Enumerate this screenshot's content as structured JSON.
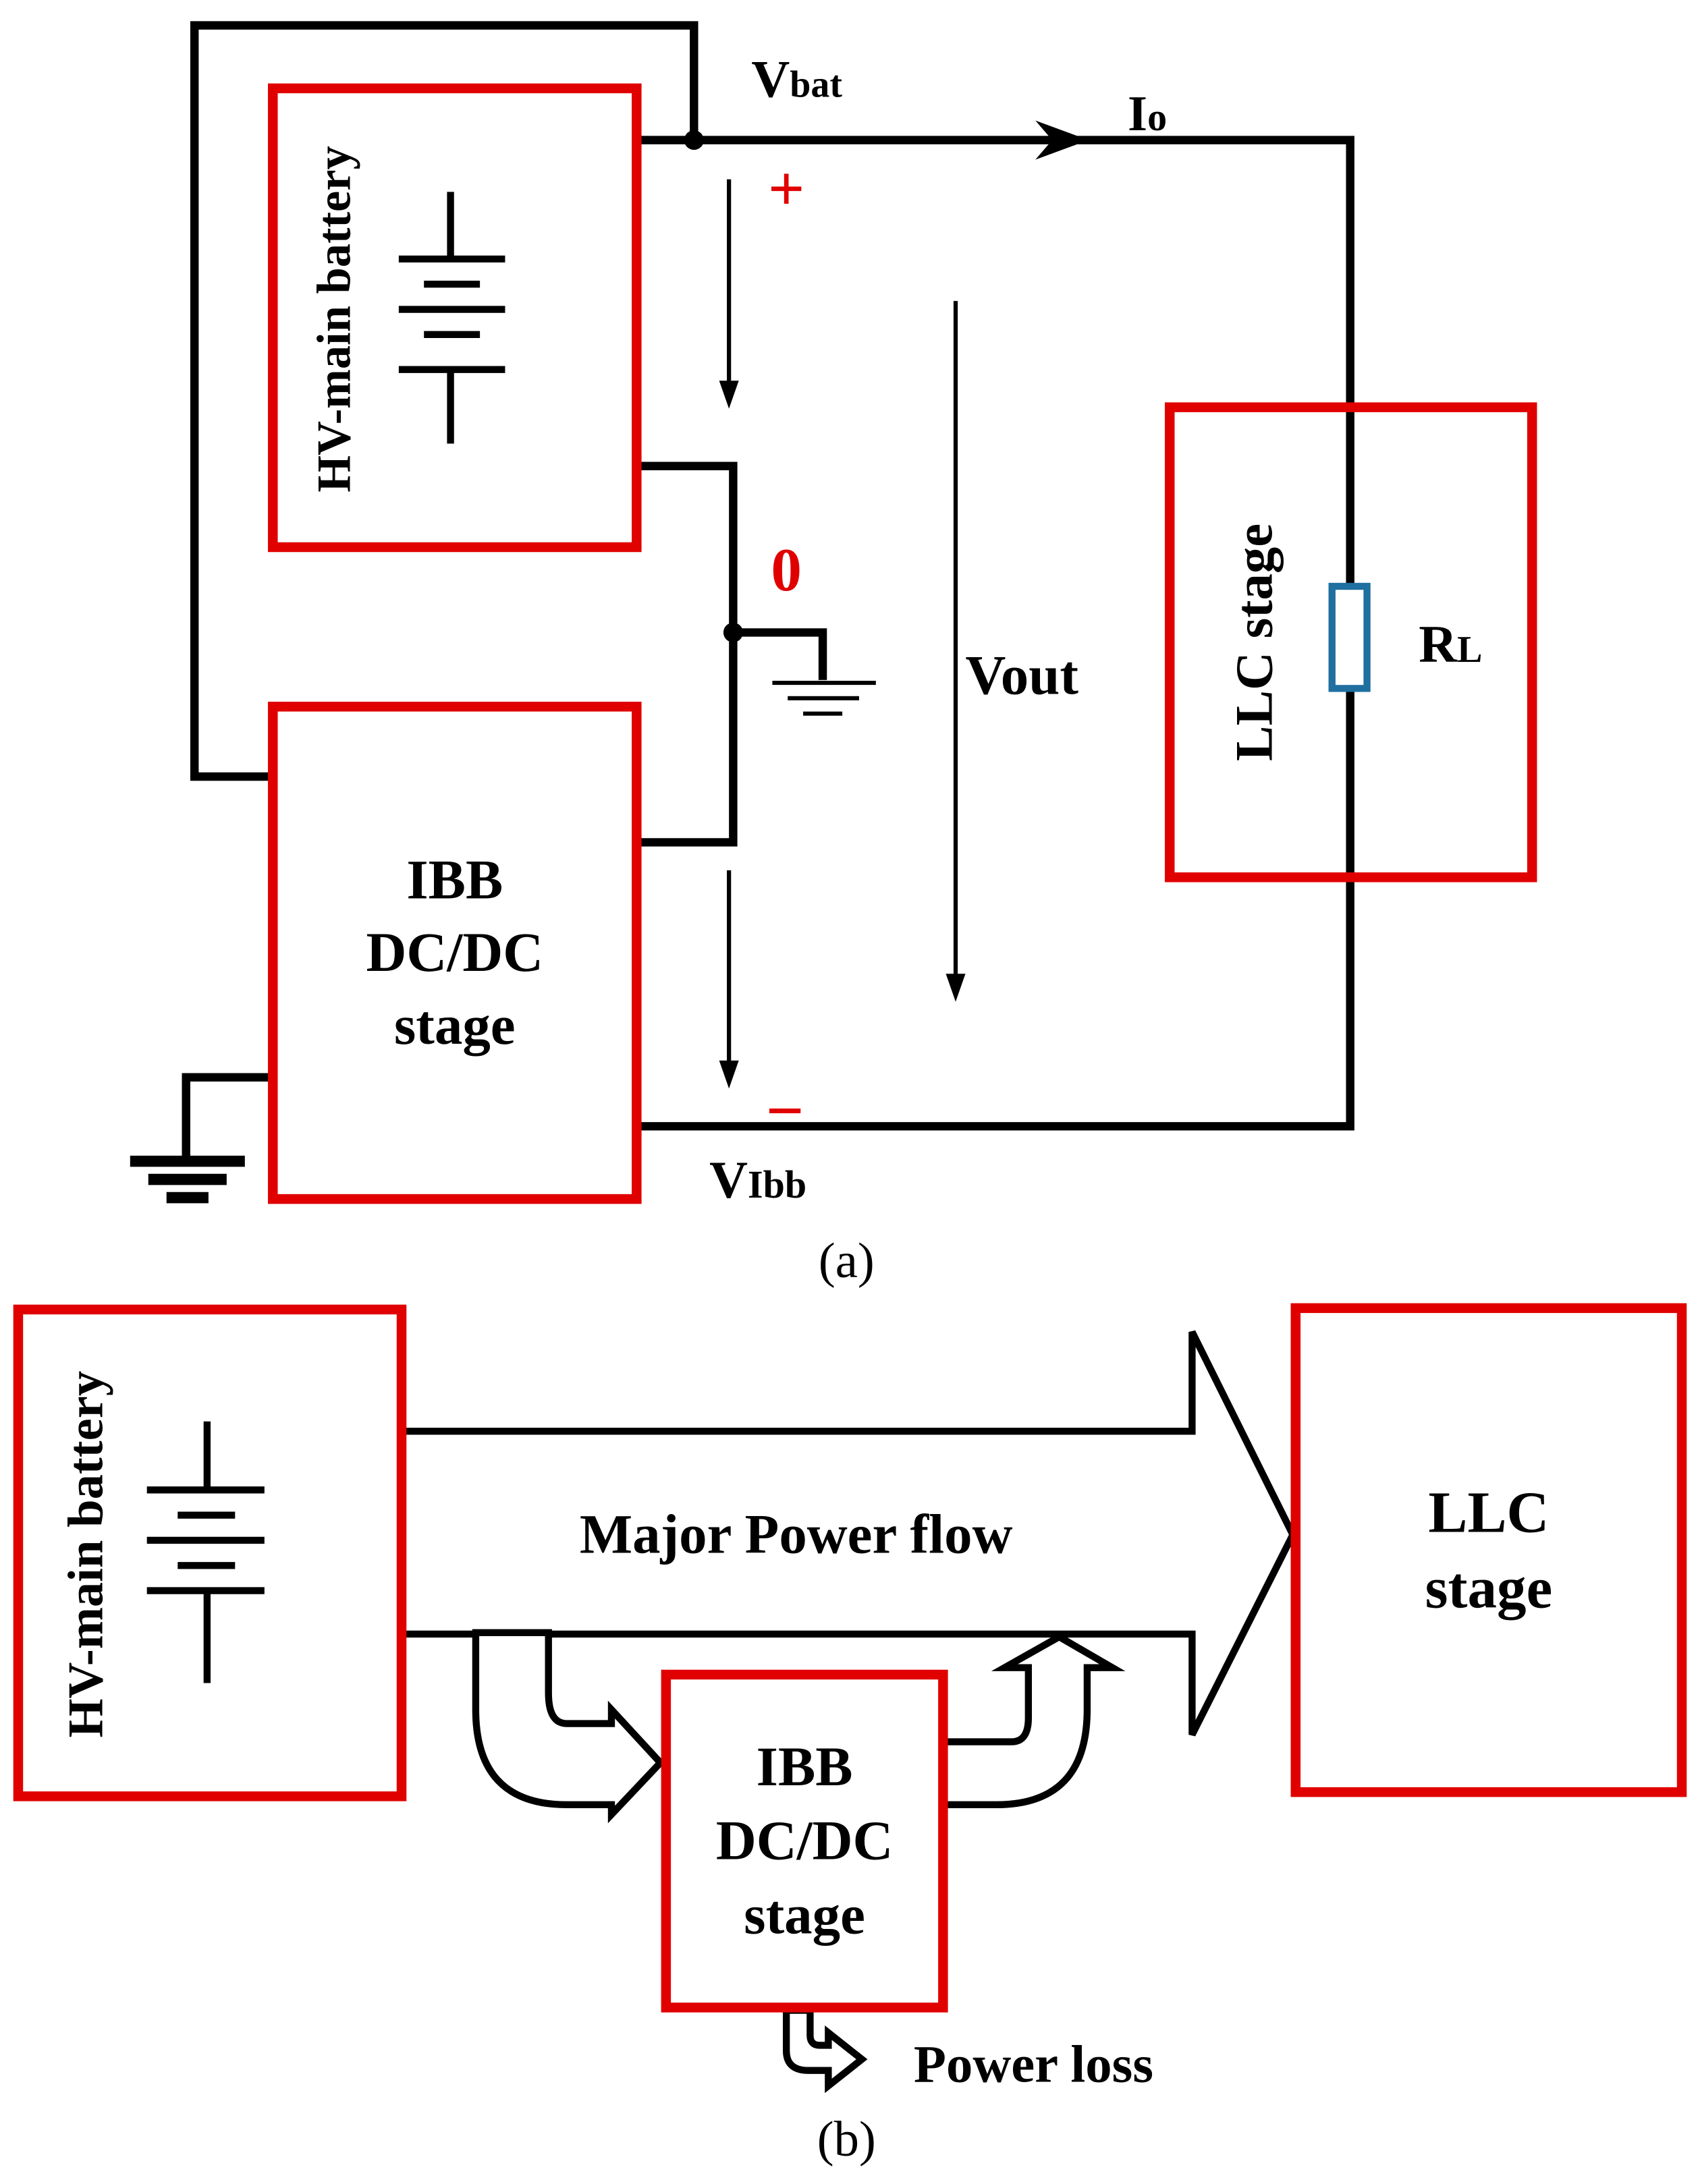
{
  "colors": {
    "block_border": "#e00000",
    "wire": "#000000",
    "resistor": "#1f6fa0",
    "polarity": "#e00000"
  },
  "panel_a": {
    "caption": "(a)",
    "battery_label": "HV-main battery",
    "ibb_label": [
      "IBB",
      "DC/DC",
      "stage"
    ],
    "llc_label": "LLC stage",
    "vbat_main": "V",
    "vbat_sub": "bat",
    "io_main": "I",
    "io_sub": "o",
    "plus": "+",
    "zero": "0",
    "minus": "−",
    "vout": "Vout",
    "rl_main": "R",
    "rl_sub": "L",
    "vibb_main": "V",
    "vibb_sub": "Ibb"
  },
  "panel_b": {
    "caption": "(b)",
    "battery_label": "HV-main battery",
    "flow_label": "Major Power flow",
    "ibb_label": [
      "IBB",
      "DC/DC",
      "stage"
    ],
    "llc_label": [
      "LLC",
      "stage"
    ],
    "loss_label": "Power loss"
  }
}
